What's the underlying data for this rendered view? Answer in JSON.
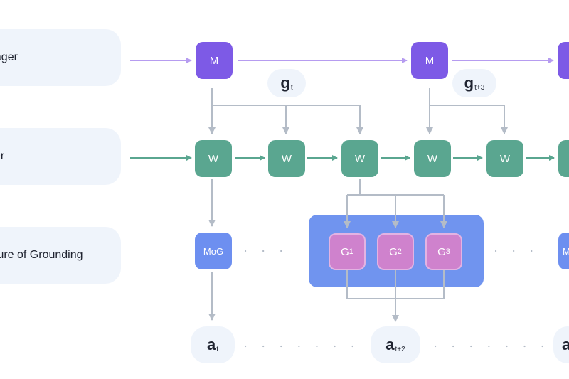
{
  "lanes": {
    "manager": "nager",
    "worker": "ker",
    "grounding": "cture of Grounding"
  },
  "nodes": {
    "manager_label": "M",
    "worker_label": "W",
    "mog_label": "MoG",
    "mog_partial": "M",
    "grounding_prefix": "G",
    "g1_index": "1",
    "g2_index": "2",
    "g3_index": "3"
  },
  "goals": {
    "g_t": {
      "base": "g",
      "sub": "t"
    },
    "g_t3": {
      "base": "g",
      "sub": "t+3"
    }
  },
  "actions": {
    "a_t": {
      "base": "a",
      "sub": "t"
    },
    "a_t2": {
      "base": "a",
      "sub": "t+2"
    },
    "a_partial": {
      "base": "a"
    }
  },
  "colors": {
    "manager": "#7d5ae6",
    "manager_arrow": "#b69cf0",
    "worker": "#5aa690",
    "worker_arrow": "#5aa690",
    "mog": "#6d8ff0",
    "grounding_group": "#7094ef",
    "grounding_node": "#cf82cd",
    "link_gray": "#b4bcc7",
    "lane_bg": "#eff4fb"
  }
}
